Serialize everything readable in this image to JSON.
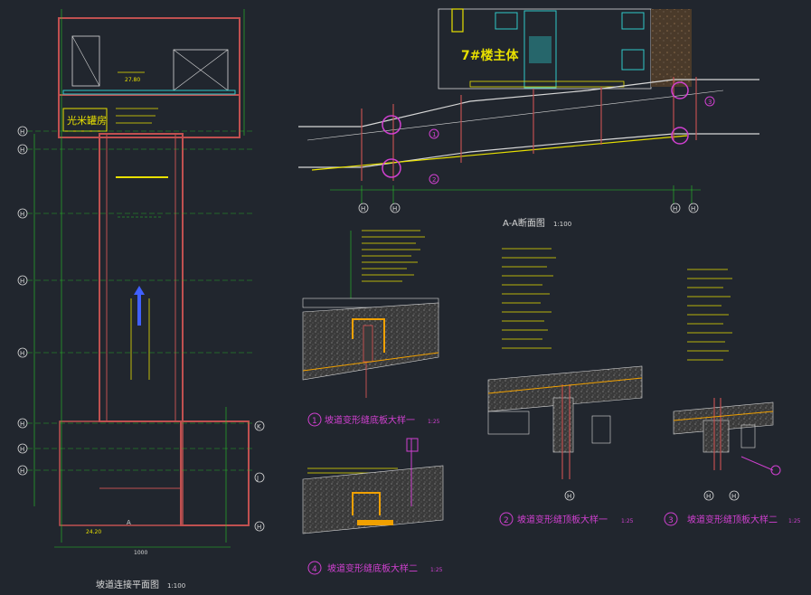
{
  "plan": {
    "title": "坡道连接平面图",
    "scale": "1:100",
    "section_mark": "A",
    "room_label": "光米罐房",
    "axis_labels": [
      "H",
      "H",
      "H",
      "H",
      "H",
      "H",
      "H",
      "H"
    ],
    "right_axis_labels": [
      "K",
      "J",
      "H"
    ],
    "level_1": "27.80",
    "level_2": "24.20",
    "bottom_dim": "1000"
  },
  "section": {
    "title": "A-A断面图",
    "scale": "1:100",
    "building_label": "7#楼主体",
    "axis_labels": [
      "H",
      "H",
      "H",
      "H"
    ],
    "callouts": [
      "1",
      "2",
      "3"
    ]
  },
  "details": [
    {
      "num": "1",
      "title": "坡道变形缝底板大样一",
      "scale": "1:25"
    },
    {
      "num": "2",
      "title": "坡道变形缝顶板大样一",
      "scale": "1:25"
    },
    {
      "num": "3",
      "title": "坡道变形缝顶板大样二",
      "scale": "1:25"
    },
    {
      "num": "4",
      "title": "坡道变形缝底板大样二",
      "scale": "1:25"
    }
  ],
  "detail_axis": [
    "H",
    "H",
    "H"
  ],
  "colors": {
    "background": "#21262e",
    "wall": "#c05050",
    "line": "#d8d8d8",
    "accent_yellow": "#e8e000",
    "accent_green": "#28c828",
    "accent_magenta": "#d040d0",
    "accent_cyan": "#30c8c8",
    "accent_orange": "#f0a000"
  }
}
